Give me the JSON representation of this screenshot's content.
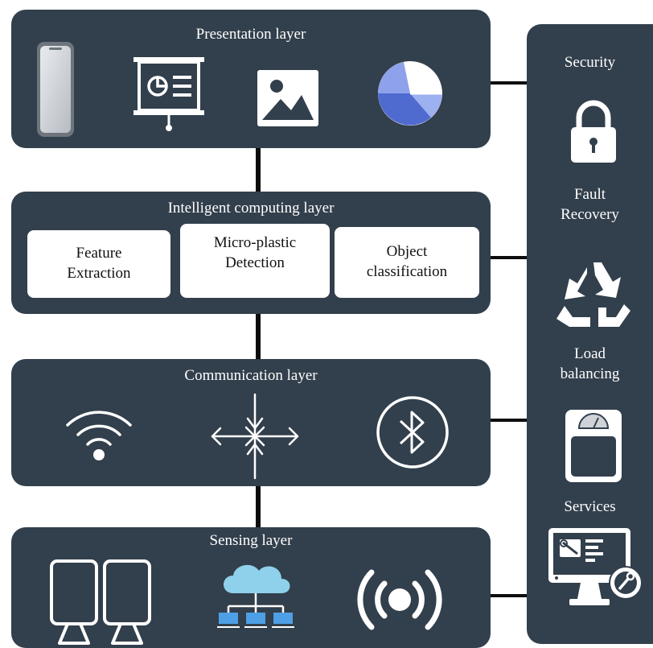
{
  "presentation": {
    "title": "Presentation layer"
  },
  "intelligent": {
    "title": "Intelligent computing layer",
    "modules": [
      {
        "label": "Feature\nExtraction"
      },
      {
        "label": "Micro-plastic\nDetection"
      },
      {
        "label": "Object\nclassification"
      }
    ]
  },
  "communication": {
    "title": "Communication layer"
  },
  "sensing": {
    "title": "Sensing layer"
  },
  "side": {
    "security": "Security",
    "fault_recovery": "Fault\nRecovery",
    "load_balancing": "Load\nbalancing",
    "services": "Services"
  },
  "icons": [
    "smartphone-icon",
    "presentation-board-icon",
    "image-icon",
    "pie-chart-icon",
    "wifi-icon",
    "network-arrows-icon",
    "bluetooth-icon",
    "computer-monitors-icon",
    "cloud-network-icon",
    "broadcast-icon",
    "padlock-icon",
    "recycle-icon",
    "weighing-scale-icon",
    "service-monitor-icon"
  ],
  "colors": {
    "panel": "#323f4c",
    "pie_dark": "#4f6bd0",
    "pie_light": "#9db0ef",
    "cloud": "#8fd0ea"
  }
}
